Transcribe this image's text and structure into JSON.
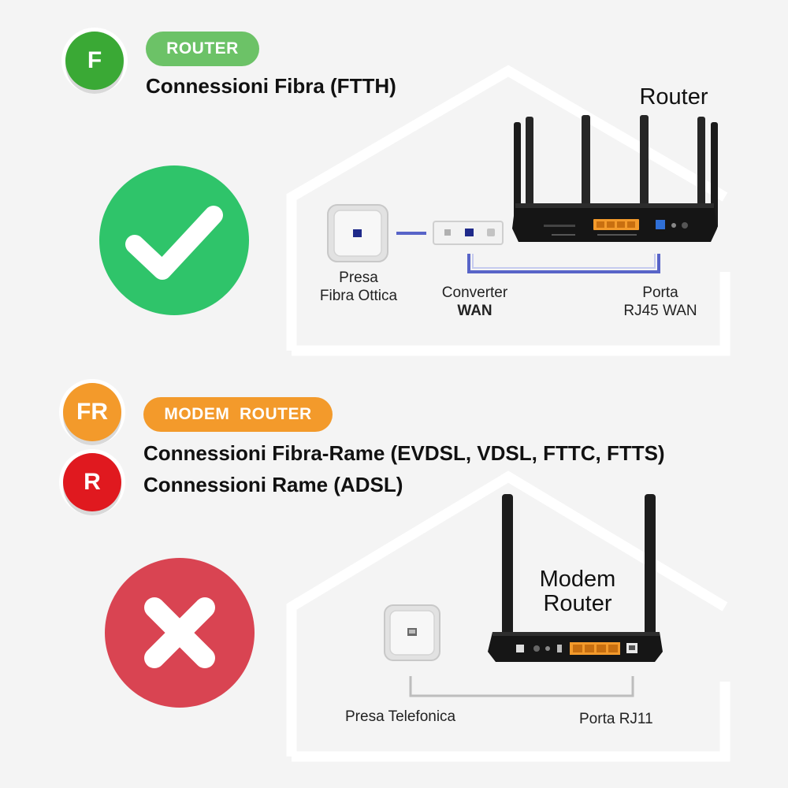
{
  "section_router": {
    "badge": "F",
    "pill": "ROUTER",
    "title": "Connessioni Fibra (FTTH)",
    "device_name": "Router",
    "labels": {
      "presa_line1": "Presa",
      "presa_line2": "Fibra Ottica",
      "converter_line1": "Converter",
      "converter_line2": "WAN",
      "porta_line1": "Porta",
      "porta_line2": "RJ45 WAN"
    },
    "status_icon": "check-icon"
  },
  "section_modem": {
    "badge_fr": "FR",
    "badge_r": "R",
    "pill": "MODEM  ROUTER",
    "title_fr": "Connessioni Fibra-Rame (EVDSL, VDSL, FTTC, FTTS)",
    "title_r": "Connessioni Rame (ADSL)",
    "device_name_line1": "Modem",
    "device_name_line2": "Router",
    "labels": {
      "presa": "Presa Telefonica",
      "porta": "Porta RJ11"
    },
    "status_icon": "cross-icon"
  },
  "colors": {
    "green_badge": "#3aa935",
    "green_pill": "#6cc267",
    "green_check": "#2fc46a",
    "orange": "#f39a2b",
    "red_badge": "#e0191f",
    "red_cross": "#d94452",
    "cable_blue": "#5864c8"
  }
}
